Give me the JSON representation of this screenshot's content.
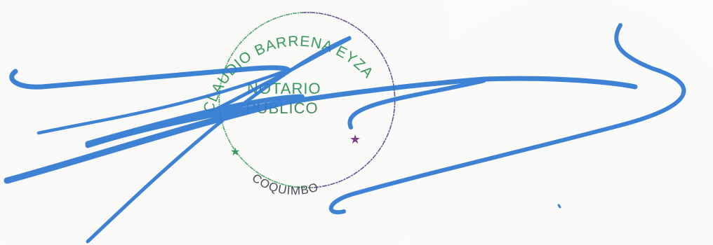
{
  "document": {
    "type": "notarized-signature-block",
    "stamp": {
      "notary_name": "CLAUDIO BARRENA EYZAGUIRRE",
      "title_line1": "NOTARIO",
      "title_line2": "PUBLICO",
      "city": "COQUIMBO",
      "star_glyph": "★",
      "colors": {
        "green": "#3a9a5b",
        "purple": "#5b3f86"
      }
    },
    "signature": {
      "ink_color": "#2f78d2"
    }
  }
}
